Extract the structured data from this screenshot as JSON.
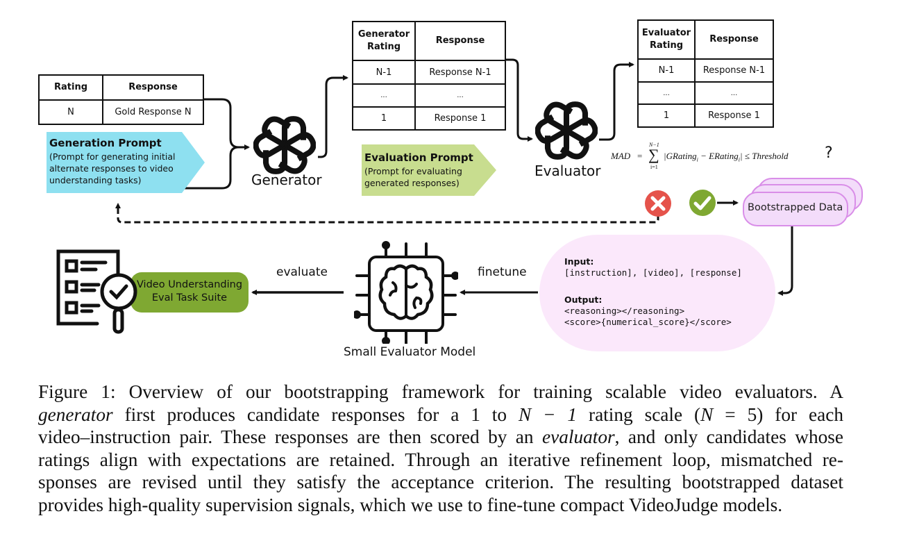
{
  "input_table": {
    "headers": [
      "Rating",
      "Response"
    ],
    "rows": [
      [
        "N",
        "Gold Response N"
      ]
    ]
  },
  "generation_prompt": {
    "title": "Generation Prompt",
    "lines": [
      "(Prompt for generating initial",
      "alternate responses to video",
      "understanding tasks)"
    ],
    "color": "#8ee0f0"
  },
  "generator": {
    "label": "Generator",
    "icon": "openai-knot-icon"
  },
  "generator_table": {
    "headers": [
      "Generator Rating",
      "Response"
    ],
    "header_lines": [
      "Generator",
      "Rating"
    ],
    "rows": [
      [
        "N-1",
        "Response N-1"
      ],
      [
        "...",
        "..."
      ],
      [
        "1",
        "Response 1"
      ]
    ]
  },
  "evaluation_prompt": {
    "title": "Evaluation Prompt",
    "lines": [
      "(Prompt for evaluating",
      "generated responses)"
    ],
    "color": "#c8dd8f"
  },
  "evaluator": {
    "label": "Evaluator",
    "icon": "openai-knot-icon"
  },
  "evaluator_table": {
    "headers": [
      "Evaluator Rating",
      "Response"
    ],
    "header_lines": [
      "Evaluator",
      "Rating"
    ],
    "rows": [
      [
        "N-1",
        "Response N-1"
      ],
      [
        "...",
        "..."
      ],
      [
        "1",
        "Response 1"
      ]
    ]
  },
  "formula": {
    "lhs": "MAD",
    "sum_upper": "N−1",
    "sum_lower": "i=1",
    "body": "|GRating",
    "sub_i": "i",
    "minus": " − ERating",
    "rhs": "| ≤ Threshold",
    "question": "?"
  },
  "reject_icon": {
    "name": "x-circle-icon",
    "color": "#e5534b"
  },
  "accept_icon": {
    "name": "check-circle-icon",
    "color": "#7fa832"
  },
  "bootstrapped_data": {
    "label": "Bootstrapped Data",
    "fill": "#f3dcfa",
    "stroke": "#d98ee8"
  },
  "io_spec": {
    "input_label": "Input:",
    "input_value": "[instruction], [video], [response]",
    "output_label": "Output:",
    "output_lines": [
      "<reasoning></reasoning>",
      "<score>{numerical_score}</score>"
    ],
    "fill": "#fbe8fb"
  },
  "edges": {
    "finetune": "finetune",
    "evaluate": "evaluate"
  },
  "small_model": {
    "label": "Small Evaluator Model",
    "icon": "brain-chip-icon"
  },
  "eval_suite": {
    "lines": [
      "Video Understanding",
      "Eval Task Suite"
    ],
    "fill": "#7fa832",
    "icon": "checklist-magnifier-icon"
  },
  "caption": {
    "lines": [
      [
        "Figure 1:  Overview of our bootstrapping framework for training scalable video evaluators.  A"
      ],
      [
        "generator",
        " first produces candidate responses for a 1 to ",
        "N − 1",
        " rating scale (",
        "N",
        " = 5) for each"
      ],
      [
        "video–instruction pair. These responses are then scored by an ",
        "evaluator",
        ", and only candidates whose"
      ],
      [
        "ratings align with expectations are retained.  Through an iterative refinement loop, mismatched re-"
      ],
      [
        "sponses are revised until they satisfy the acceptance criterion.  The resulting bootstrapped dataset"
      ],
      [
        "provides high-quality supervision signals, which we use to fine-tune compact VideoJudge models."
      ]
    ]
  }
}
